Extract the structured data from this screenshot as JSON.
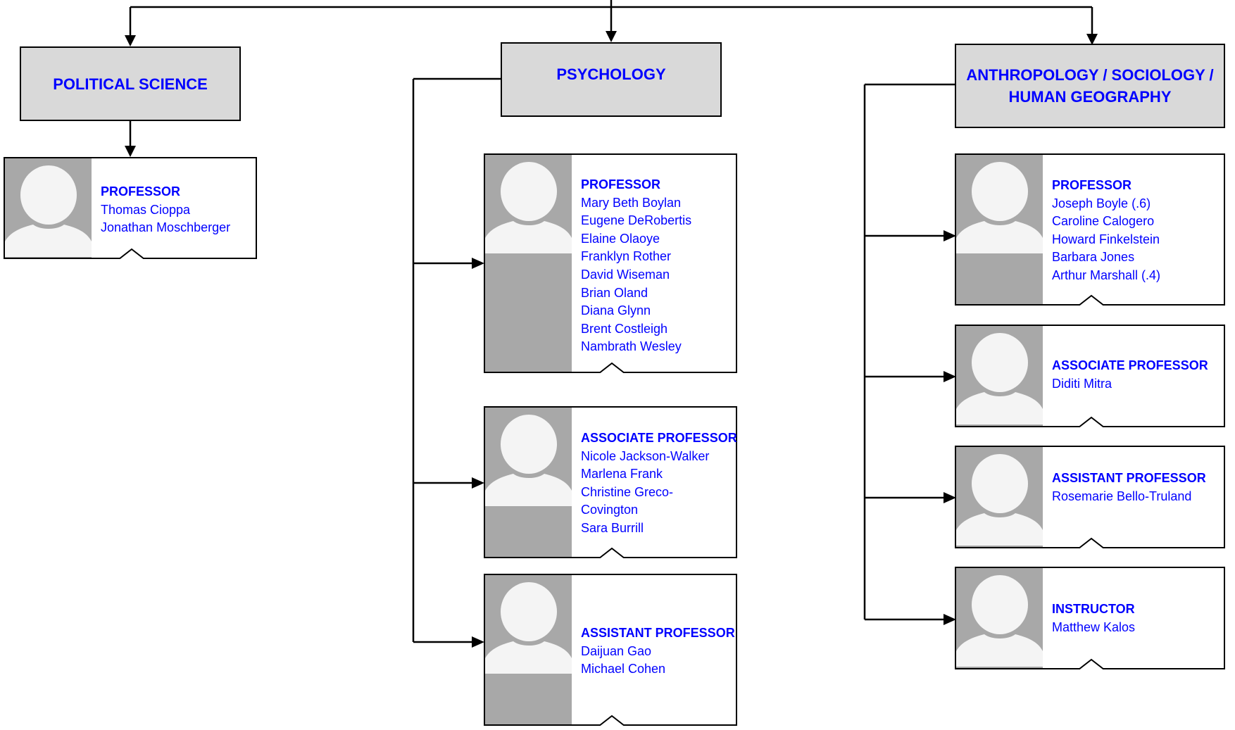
{
  "colors": {
    "text": "#0000ff",
    "header_fill": "#d9d9d9",
    "photo_fill": "#a8a8a8",
    "line": "#000000"
  },
  "departments": [
    {
      "title": "POLITICAL SCIENCE",
      "groups": [
        {
          "rank": "PROFESSOR",
          "members": [
            "Thomas Cioppa",
            "Jonathan Moschberger"
          ]
        }
      ]
    },
    {
      "title": "PSYCHOLOGY",
      "groups": [
        {
          "rank": "PROFESSOR",
          "members": [
            "Mary Beth Boylan",
            "Eugene DeRobertis",
            "Elaine Olaoye",
            "Franklyn Rother",
            "David Wiseman",
            "Brian Oland",
            "Diana Glynn",
            "Brent Costleigh",
            "Nambrath Wesley"
          ]
        },
        {
          "rank": "ASSOCIATE PROFESSOR",
          "members": [
            "Nicole Jackson-Walker",
            "Marlena Frank",
            "Christine Greco-",
            "Covington",
            "Sara Burrill"
          ]
        },
        {
          "rank": "ASSISTANT PROFESSOR",
          "members": [
            "Daijuan Gao",
            "Michael Cohen"
          ]
        }
      ]
    },
    {
      "title": "ANTHROPOLOGY / SOCIOLOGY / HUMAN GEOGRAPHY",
      "groups": [
        {
          "rank": "PROFESSOR",
          "members": [
            "Joseph Boyle (.6)",
            "Caroline Calogero",
            "Howard Finkelstein",
            "Barbara Jones",
            "Arthur Marshall (.4)"
          ]
        },
        {
          "rank": "ASSOCIATE PROFESSOR",
          "members": [
            "Diditi Mitra"
          ]
        },
        {
          "rank": "ASSISTANT PROFESSOR",
          "members": [
            "Rosemarie Bello-Truland"
          ]
        },
        {
          "rank": "INSTRUCTOR",
          "members": [
            "Matthew Kalos"
          ]
        }
      ]
    }
  ]
}
